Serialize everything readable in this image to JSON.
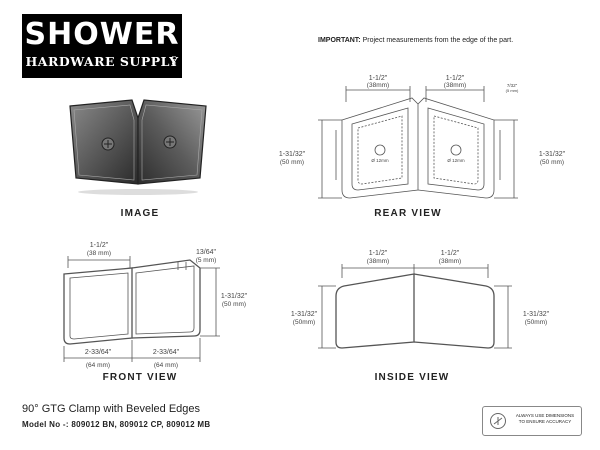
{
  "logo": {
    "line1": "SHOWER",
    "line2": "HARDWARE SUPPLY",
    "llc": "LLC"
  },
  "notice": {
    "label": "IMPORTANT:",
    "text": "Project measurements from the edge of the part."
  },
  "views": {
    "image": "IMAGE",
    "rear": "REAR VIEW",
    "front": "FRONT VIEW",
    "inside": "INSIDE VIEW"
  },
  "rear_dims": {
    "width_left": "1-1/2\"",
    "width_left_mm": "(38mm)",
    "width_right": "1-1/2\"",
    "width_right_mm": "(38mm)",
    "height_left": "1-31/32\"",
    "height_left_mm": "(50 mm)",
    "height_right": "1-31/32\"",
    "height_right_mm": "(50 mm)",
    "depth": "7/32\"",
    "depth_mm": "(5 mm)",
    "hole_left": "Ø 12mm",
    "hole_right": "Ø 12mm"
  },
  "front_dims": {
    "top": "1-1/2\"",
    "top_mm": "(38 mm)",
    "gap": "13/64\"",
    "gap_mm": "(5 mm)",
    "height": "1-31/32\"",
    "height_mm": "(50 mm)",
    "bottom_left": "2-33/64\"",
    "bottom_left_mm": "(64 mm)",
    "bottom_right": "2-33/64\"",
    "bottom_right_mm": "(64 mm)"
  },
  "inside_dims": {
    "top_left": "1-1/2\"",
    "top_left_mm": "(38mm)",
    "top_right": "1-1/2\"",
    "top_right_mm": "(38mm)",
    "side_left": "1-31/32\"",
    "side_left_mm": "(50mm)",
    "side_right": "1-31/32\"",
    "side_right_mm": "(50mm)"
  },
  "product": {
    "title": "90° GTG Clamp with Beveled Edges",
    "model": "Model No -: 809012 BN, 809012 CP, 809012 MB"
  },
  "badge": {
    "line1": "ALWAYS USE DIMENSIONS",
    "line2": "TO ENSURE ACCURACY"
  }
}
